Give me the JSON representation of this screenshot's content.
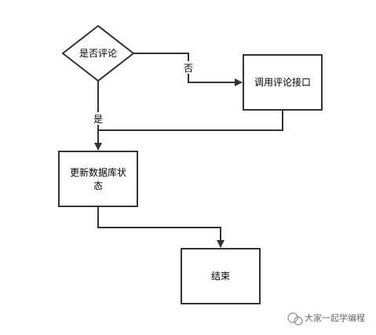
{
  "diagram": {
    "decision_label": "是否评论",
    "call_comment_api_label": "调用评论接口",
    "update_db_label_line1": "更新数据库状",
    "update_db_label_line2": "态",
    "end_label": "结束",
    "edge_no_label": "否",
    "edge_yes_label": "是"
  },
  "watermark": {
    "text": "大家一起学编程",
    "icon": "wechat-icon"
  },
  "colors": {
    "stroke": "#333333",
    "text": "#000000",
    "background": "#ffffff",
    "watermark": "#6b6b6b"
  }
}
